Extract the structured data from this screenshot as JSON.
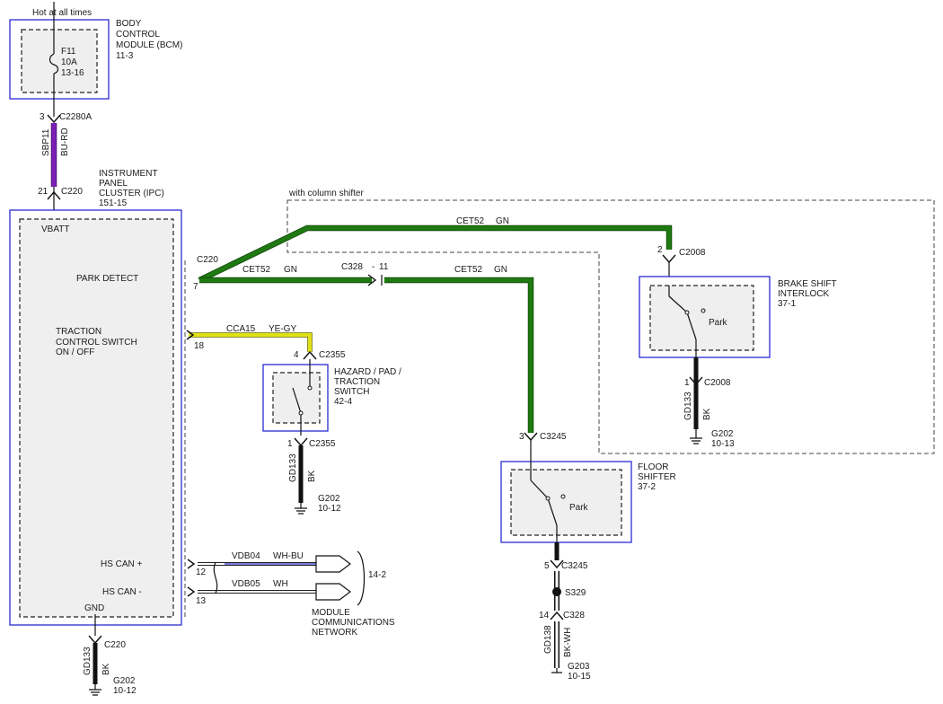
{
  "header": {
    "hot_label": "Hot at all times"
  },
  "bcm": {
    "name": [
      "BODY",
      "CONTROL",
      "MODULE (BCM)"
    ],
    "ref": "11-3",
    "fuse": {
      "id": "F11",
      "rating": "10A",
      "ref": "13-16"
    }
  },
  "c2280a": {
    "pin": "3",
    "id": "C2280A"
  },
  "wire_sbp11": {
    "circuit": "SBP11",
    "color": "BU-RD"
  },
  "ipc": {
    "name": [
      "INSTRUMENT",
      "PANEL",
      "CLUSTER (IPC)"
    ],
    "ref": "151-15",
    "conn_pin": "21",
    "conn_id": "C220",
    "vbatt": "VBATT",
    "park_detect": "PARK DETECT",
    "traction": [
      "TRACTION",
      "CONTROL SWITCH",
      "ON / OFF"
    ],
    "hs_can_plus": "HS CAN +",
    "hs_can_minus": "HS CAN -",
    "gnd": "GND"
  },
  "column_shifter_label": "with column shifter",
  "park_conn": {
    "id": "C220",
    "pin": "7"
  },
  "cet52": {
    "circuit": "CET52",
    "color": "GN"
  },
  "c328_mid": {
    "id": "C328",
    "pin": "11"
  },
  "c2008_top": {
    "pin": "2",
    "id": "C2008"
  },
  "brake_interlock": {
    "name": [
      "BRAKE SHIFT",
      "INTERLOCK"
    ],
    "ref": "37-1",
    "state": "Park"
  },
  "c2008_bot": {
    "pin": "1",
    "id": "C2008"
  },
  "gd133_right": {
    "circuit": "GD133",
    "color": "BK",
    "ground": "G202",
    "ref": "10-13"
  },
  "cca15": {
    "circuit": "CCA15",
    "color": "YE-GY",
    "ipc_pin": "18"
  },
  "c2355_top": {
    "pin": "4",
    "id": "C2355"
  },
  "hazard_switch": {
    "name": [
      "HAZARD / PAD /",
      "TRACTION",
      "SWITCH"
    ],
    "ref": "42-4"
  },
  "c2355_bot": {
    "pin": "1",
    "id": "C2355"
  },
  "gd133_mid": {
    "circuit": "GD133",
    "color": "BK",
    "ground": "G202",
    "ref": "10-12"
  },
  "c3245_top": {
    "pin": "3",
    "id": "C3245"
  },
  "floor_shifter": {
    "name": [
      "FLOOR",
      "SHIFTER"
    ],
    "ref": "37-2",
    "state": "Park"
  },
  "c3245_bot": {
    "pin": "5",
    "id": "C3245"
  },
  "s329": "S329",
  "c328_bot": {
    "pin": "14",
    "id": "C328"
  },
  "gd138": {
    "circuit": "GD138",
    "color": "BK-WH",
    "ground": "G203",
    "ref": "10-15"
  },
  "vdb04": {
    "circuit": "VDB04",
    "color": "WH-BU",
    "pin": "12"
  },
  "vdb05": {
    "circuit": "VDB05",
    "color": "WH",
    "pin": "13"
  },
  "network": {
    "ref": "14-2",
    "name": [
      "MODULE",
      "COMMUNICATIONS",
      "NETWORK"
    ]
  },
  "ipc_gnd_conn": {
    "id": "C220",
    "circuit": "GD133",
    "color": "BK",
    "ground": "G202",
    "ref": "10-12"
  }
}
